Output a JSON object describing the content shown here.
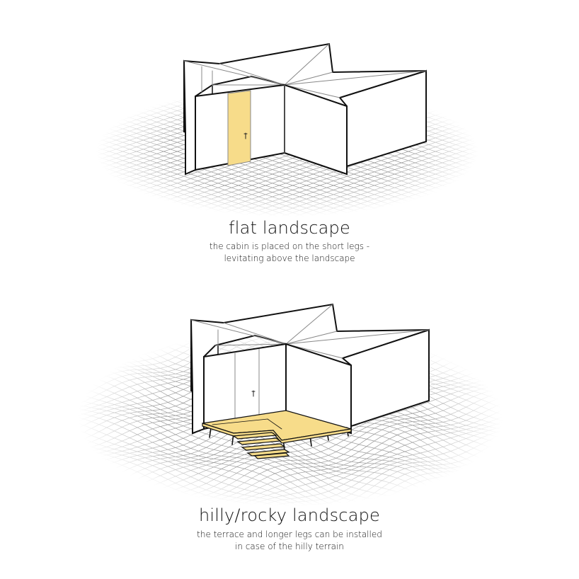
{
  "colors": {
    "accent": "#f7dc8a",
    "grid": "#9a9a9a",
    "outline": "#111111",
    "inner": "#888888",
    "background": "#ffffff"
  },
  "scenarios": [
    {
      "title": "flat landscape",
      "description": [
        "the cabin is placed on the short legs -",
        "levitating above the landscape"
      ]
    },
    {
      "title": "hilly/rocky landscape",
      "description": [
        "the terrace and longer legs can be installed",
        "in case of the hilly terrain"
      ]
    }
  ]
}
